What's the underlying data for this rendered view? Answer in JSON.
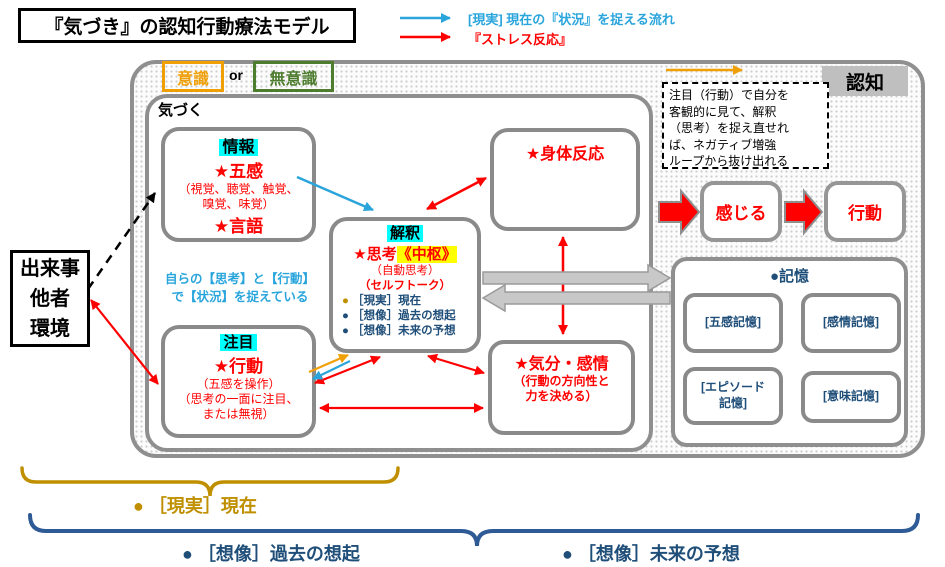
{
  "title": "『気づき』の認知行動療法モデル",
  "legend": {
    "real_flow": "[現実] 現在の『状況』を捉える流れ",
    "stress": "『ストレス反応』"
  },
  "labels": {
    "cognition": "認知",
    "awareness": "気づく",
    "conscious": "意識",
    "or": "or",
    "unconscious": "無意識"
  },
  "note": {
    "l1": "注目（行動）で自分を",
    "l2": "客観的に見て、解釈",
    "l3": "（思考）を捉え直せれ",
    "l4": "ば、ネガティブ増強",
    "l5": "ループから抜け出れる"
  },
  "event": {
    "l1": "出来事",
    "l2": "他者",
    "l3": "環境"
  },
  "info": {
    "header": "情報",
    "l1": "★五感",
    "l2": "（視覚、聴覚、触覚、",
    "l3": "嗅覚、味覚）",
    "l4": "★言語"
  },
  "body_reaction": {
    "label": "★身体反応"
  },
  "interpretation": {
    "header": "解釈",
    "star": "★思考",
    "core": "《中枢》",
    "l1": "（自動思考）",
    "l2": "（セルフトーク）",
    "b1": "●",
    "b1t": "［現実］現在",
    "b2": "●",
    "b2t": "［想像］過去の想起",
    "b3": "●",
    "b3t": "［想像］未来の予想"
  },
  "attention": {
    "header": "注目",
    "l1": "★行動",
    "l2": "（五感を操作）",
    "l3": "（思考の一面に注目、",
    "l4": "または無視）"
  },
  "mood": {
    "l1": "★気分・感情",
    "l2": "（行動の方向性と",
    "l3": "力を決める）"
  },
  "self_capture": {
    "l1": "自らの【思考】と【行動】",
    "l2": "で【状況】を捉えている"
  },
  "feel": "感じる",
  "action": "行動",
  "memory": {
    "header": "●記憶",
    "m1": "[五感記憶]",
    "m2": "[感情記憶]",
    "m3a": "[エピソード",
    "m3b": "記憶]",
    "m4": "[意味記憶]"
  },
  "bottom": {
    "present": "●  ［現実］現在",
    "past": "●  ［想像］過去の想起",
    "future": "●  ［想像］未来の予想"
  },
  "colors": {
    "red": "#ff0000",
    "cyan_highlight": "#00ffff",
    "yellow_highlight": "#ffff00",
    "light_blue": "#2aa5dc",
    "navy": "#1f4e79",
    "olive": "#bf8f00",
    "orange": "#f0a007",
    "green": "#4e7d2f",
    "gray_border": "#8f8f8f"
  }
}
